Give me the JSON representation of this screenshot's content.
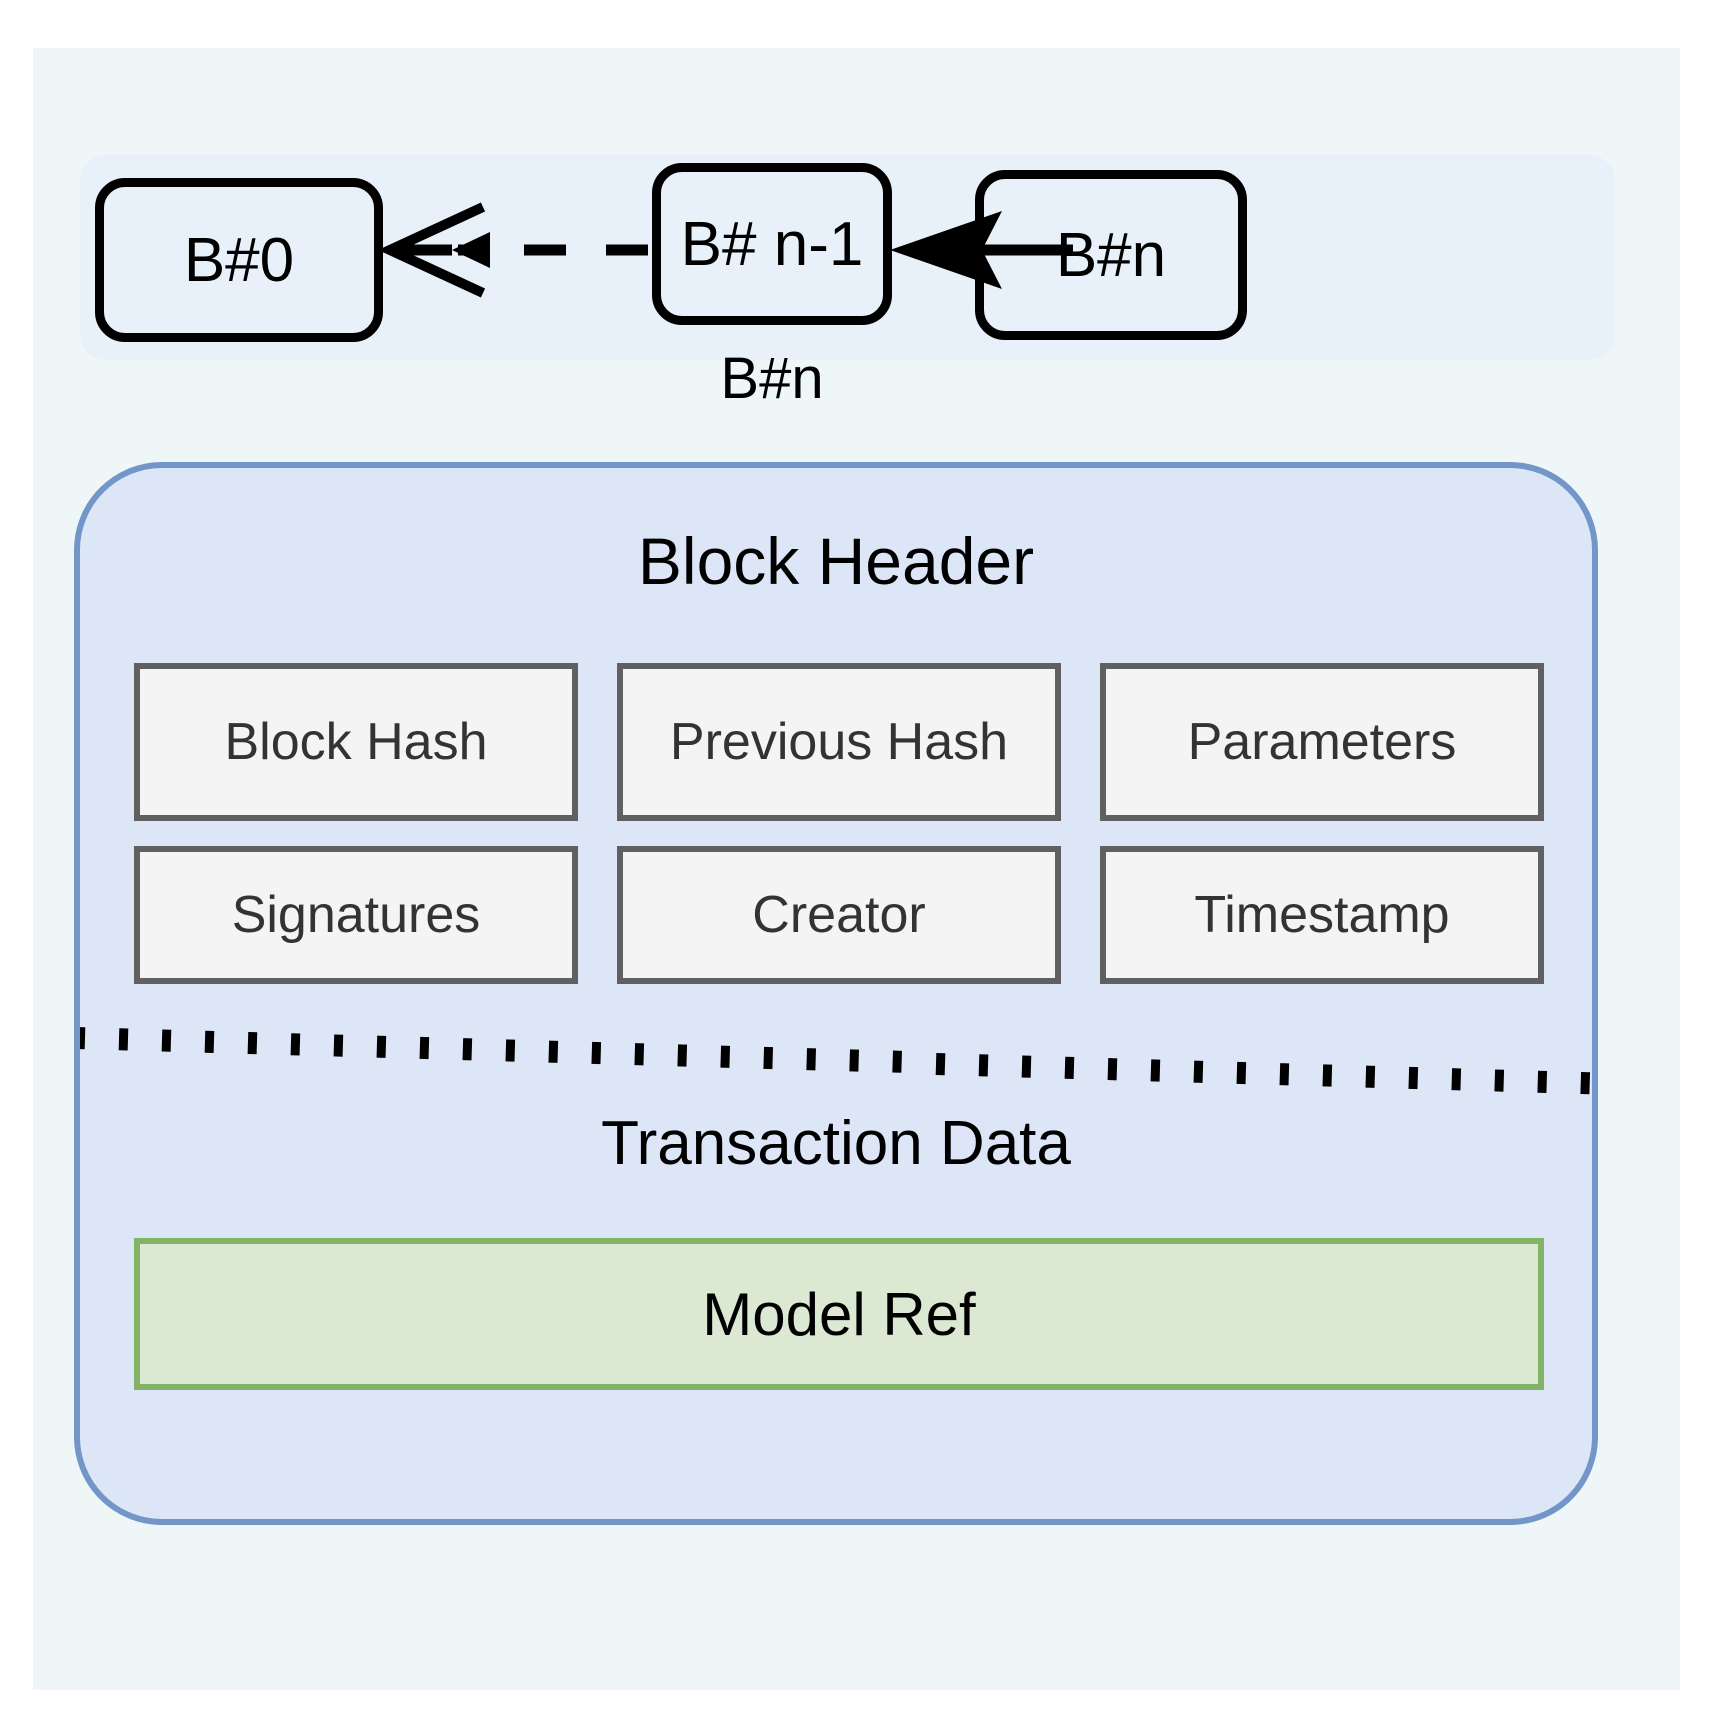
{
  "diagram": {
    "title": "Blockchain Block Structure",
    "colors": {
      "page_background": "#ffffff",
      "outer_backdrop": "#eff6f8",
      "chain_strip": "#e8f0fa",
      "chain_block_fill": "#e8f0fa",
      "chain_block_border": "#000000",
      "detail_block_fill": "#dce6f7",
      "detail_block_border": "#7296c8",
      "field_fill": "#f4f4f4",
      "field_border": "#606060",
      "model_ref_fill": "#dbe9d2",
      "model_ref_border": "#82b366",
      "divider": "#000000"
    }
  },
  "chain": {
    "blocks": [
      {
        "label": "B#0"
      },
      {
        "label": "B# n-1"
      },
      {
        "label": "B#n"
      }
    ],
    "connectors": [
      {
        "name": "dashed-link",
        "from": "B# n-1",
        "to": "B#0",
        "style": "dashed",
        "arrowhead": "double"
      },
      {
        "name": "solid-link",
        "from": "B#n",
        "to": "B# n-1",
        "style": "solid",
        "arrowhead": "single"
      }
    ],
    "expanded_label": "B#n"
  },
  "detail": {
    "header_title": "Block Header",
    "header_fields": [
      {
        "label": "Block Hash"
      },
      {
        "label": "Previous\nHash"
      },
      {
        "label": "Parameters"
      },
      {
        "label": "Signatures"
      },
      {
        "label": "Creator"
      },
      {
        "label": "Timestamp"
      }
    ],
    "header_fields_row1": [
      "Block Hash",
      "Previous Hash",
      "Parameters"
    ],
    "header_fields_row2": [
      "Signatures",
      "Creator",
      "Timestamp"
    ],
    "transaction_title": "Transaction Data",
    "transaction_items": [
      {
        "label": "Model Ref"
      }
    ]
  }
}
